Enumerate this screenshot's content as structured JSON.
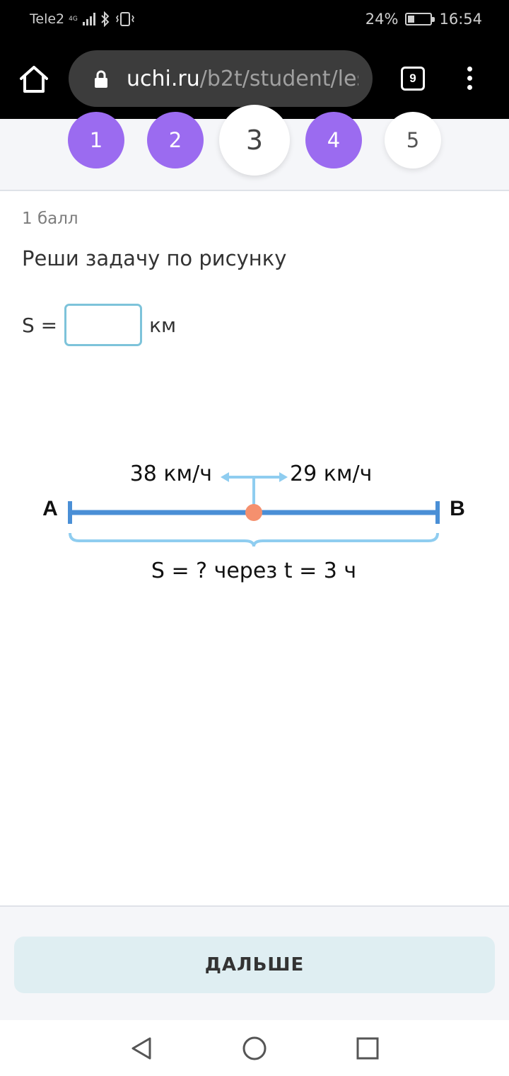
{
  "status_bar": {
    "carrier": "Tele2",
    "network": "4G",
    "battery": "24%",
    "battery_level": 0.24,
    "time": "16:54"
  },
  "browser": {
    "url_domain": "uchi.ru",
    "url_path": "/b2t/student/les",
    "tab_count": "9"
  },
  "steps": [
    {
      "label": "1",
      "state": "done"
    },
    {
      "label": "2",
      "state": "done"
    },
    {
      "label": "3",
      "state": "current"
    },
    {
      "label": "4",
      "state": "done"
    },
    {
      "label": "5",
      "state": "todo"
    }
  ],
  "task": {
    "points": "1 балл",
    "title": "Реши задачу по рисунку",
    "answer_prefix": "S =",
    "answer_value": "",
    "answer_unit": "км"
  },
  "diagram": {
    "left_point": "A",
    "right_point": "B",
    "left_speed": "38 км/ч",
    "right_speed": "29 км/ч",
    "caption": "S = ? через t = 3 ч"
  },
  "colors": {
    "accent_purple": "#9b6bf0",
    "line_blue": "#4a8fd6",
    "light_blue": "#8fcdf0",
    "dot_orange": "#f5906e",
    "input_border": "#7dc3da"
  },
  "footer": {
    "next_label": "ДАЛЬШЕ"
  }
}
